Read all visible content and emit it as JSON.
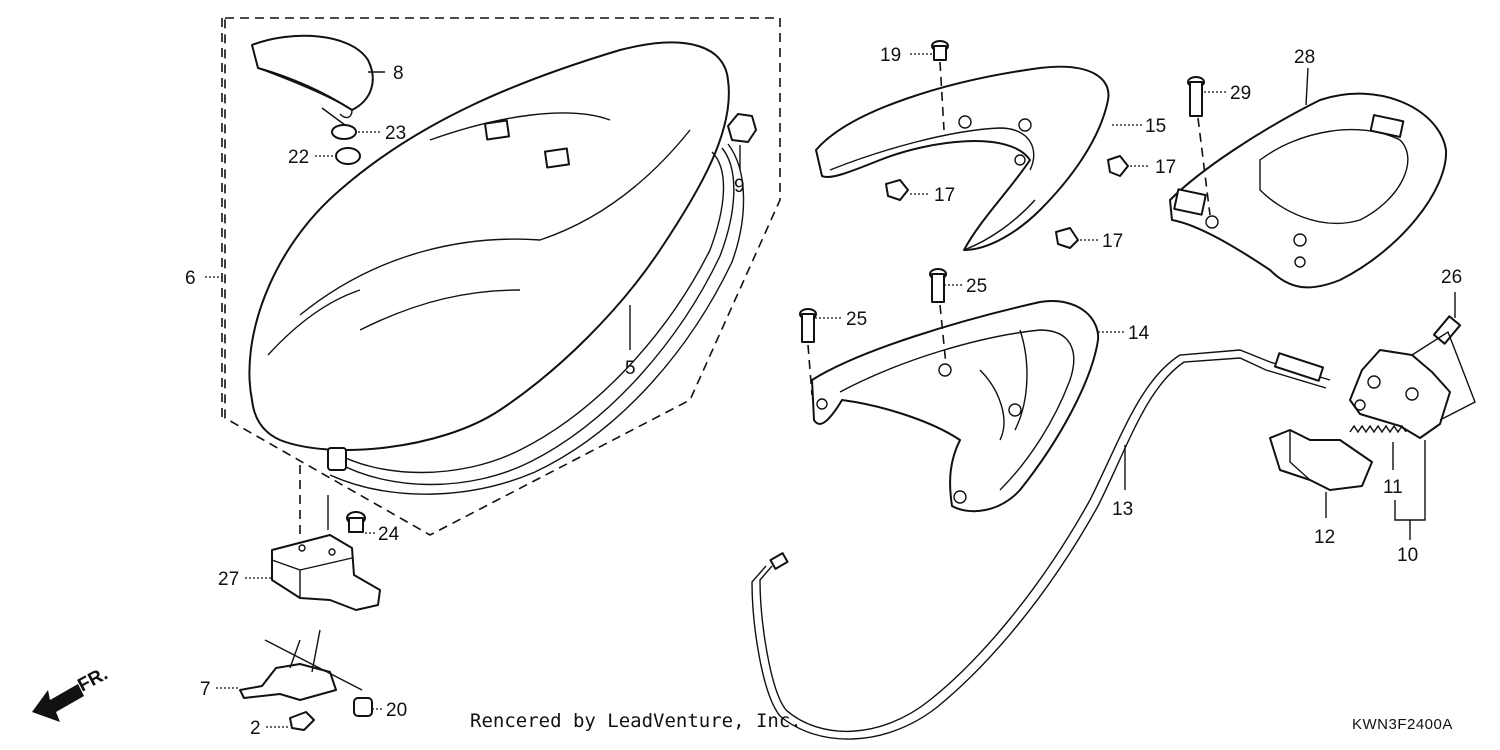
{
  "diagram": {
    "parts": [
      "2",
      "5",
      "6",
      "7",
      "8",
      "9",
      "10",
      "11",
      "12",
      "13",
      "14",
      "15",
      "17",
      "19",
      "20",
      "22",
      "23",
      "24",
      "25",
      "26",
      "27",
      "28",
      "29"
    ],
    "front_marker": "FR.",
    "credit": "Rencered by LeadVenture, Inc.",
    "diagram_code": "KWN3F2400A"
  }
}
